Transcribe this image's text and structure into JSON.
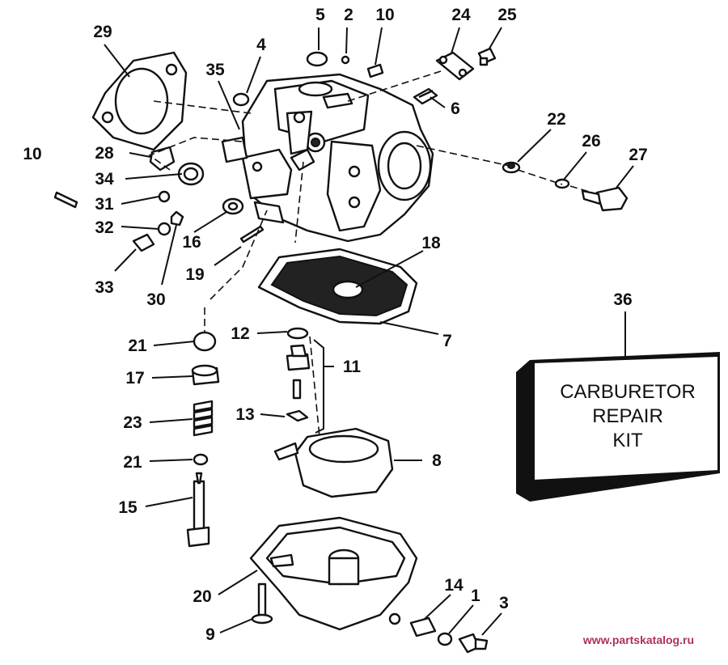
{
  "callouts": {
    "c1": "1",
    "c2": "2",
    "c3": "3",
    "c4": "4",
    "c5": "5",
    "c6": "6",
    "c7": "7",
    "c8": "8",
    "c9": "9",
    "c10a": "10",
    "c10b": "10",
    "c11": "11",
    "c12": "12",
    "c13": "13",
    "c14": "14",
    "c15": "15",
    "c16": "16",
    "c17": "17",
    "c18": "18",
    "c19": "19",
    "c20": "20",
    "c21a": "21",
    "c21b": "21",
    "c22": "22",
    "c23": "23",
    "c24": "24",
    "c25": "25",
    "c26": "26",
    "c27": "27",
    "c28": "28",
    "c29": "29",
    "c30": "30",
    "c31": "31",
    "c32": "32",
    "c33": "33",
    "c34": "34",
    "c35": "35",
    "c36": "36"
  },
  "kit": {
    "line1": "CARBURETOR",
    "line2": "REPAIR",
    "line3": "KIT"
  },
  "watermark": "www.partskatalog.ru"
}
